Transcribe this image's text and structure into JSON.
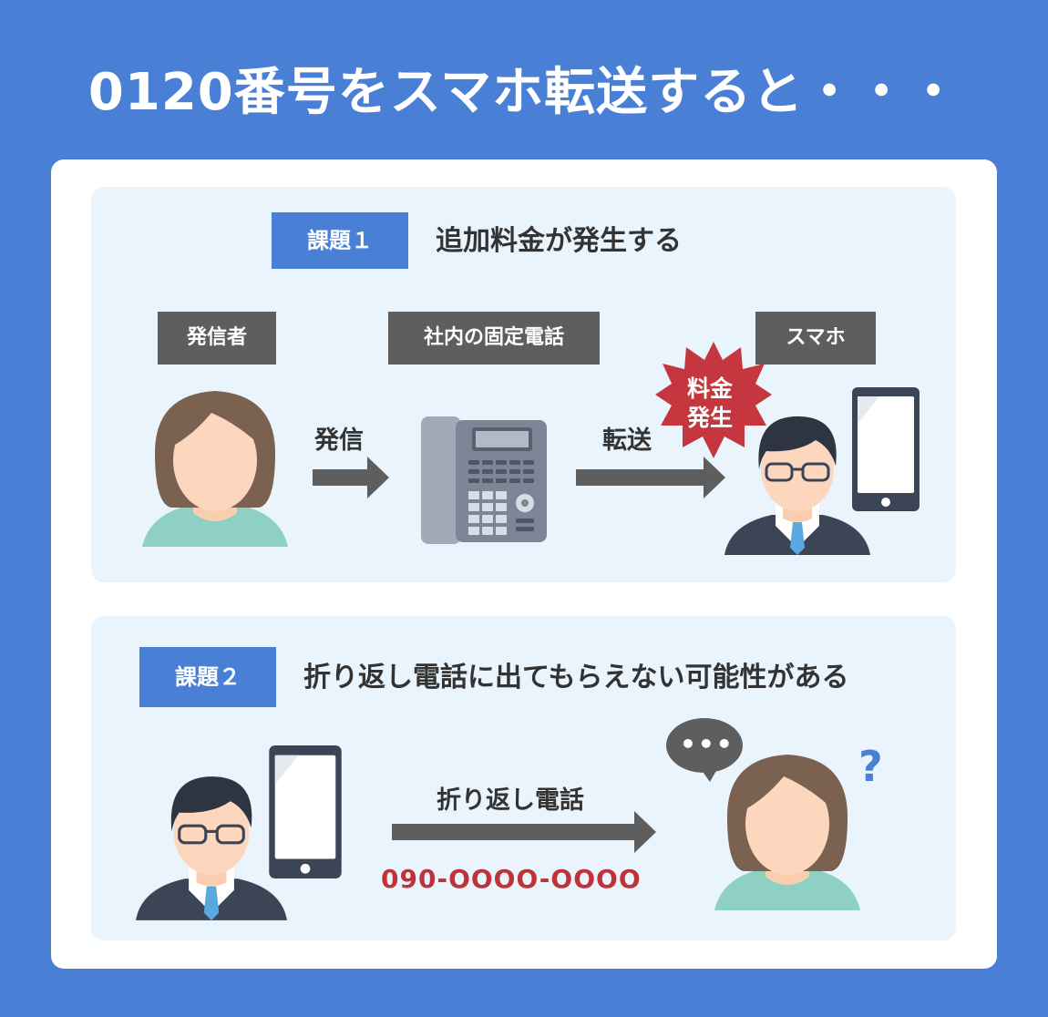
{
  "title": "0120番号をスマホ転送すると・・・",
  "issue1": {
    "tag": "課題１",
    "heading": "追加料金が発生する",
    "caller_label": "発信者",
    "office_phone_label": "社内の固定電話",
    "smartphone_label": "スマホ",
    "arrow1_label": "発信",
    "arrow2_label": "転送",
    "badge_line1": "料金",
    "badge_line2": "発生"
  },
  "issue2": {
    "tag": "課題２",
    "heading": "折り返し電話に出てもらえない可能性がある",
    "arrow_label": "折り返し電話",
    "phone_number": "090-OOOO-OOOO",
    "speech_text": "•••",
    "question_mark": "?"
  },
  "colors": {
    "background": "#4a7fd6",
    "panel": "#eaf4fd",
    "tag_blue": "#4a7fd6",
    "tag_gray": "#5e5e5e",
    "badge_red": "#c6363e",
    "phone_number": "#c0323a"
  }
}
